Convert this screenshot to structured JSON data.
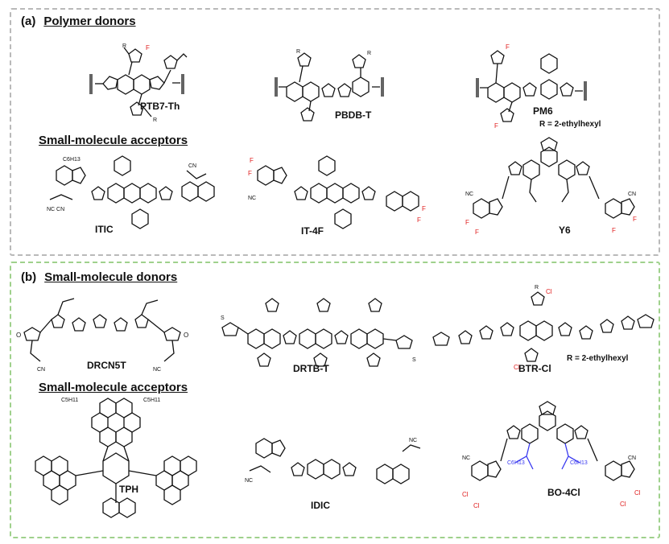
{
  "panel_a": {
    "tag": "(a)",
    "title": "Polymer donors",
    "subtitle": "Small-molecule acceptors",
    "donors": [
      "PTB7-Th",
      "PBDB-T",
      "PM6"
    ],
    "acceptors": [
      "ITIC",
      "IT-4F",
      "Y6"
    ],
    "note": "R = 2-ethylhexyl"
  },
  "panel_b": {
    "tag": "(b)",
    "title": "Small-molecule donors",
    "subtitle": "Small-molecule acceptors",
    "donors": [
      "DRCN5T",
      "DRTB-T",
      "BTR-Cl"
    ],
    "acceptors": [
      "TPH",
      "IDIC",
      "BO-4Cl"
    ],
    "note": "R = 2-ethylhexyl"
  },
  "colors": {
    "panel_a_border": "#b9b9b9",
    "panel_b_border": "#9fd18c",
    "fluorine": "#e02020",
    "chlorine": "#e02020",
    "alkyl_highlight": "#3a3af0"
  }
}
